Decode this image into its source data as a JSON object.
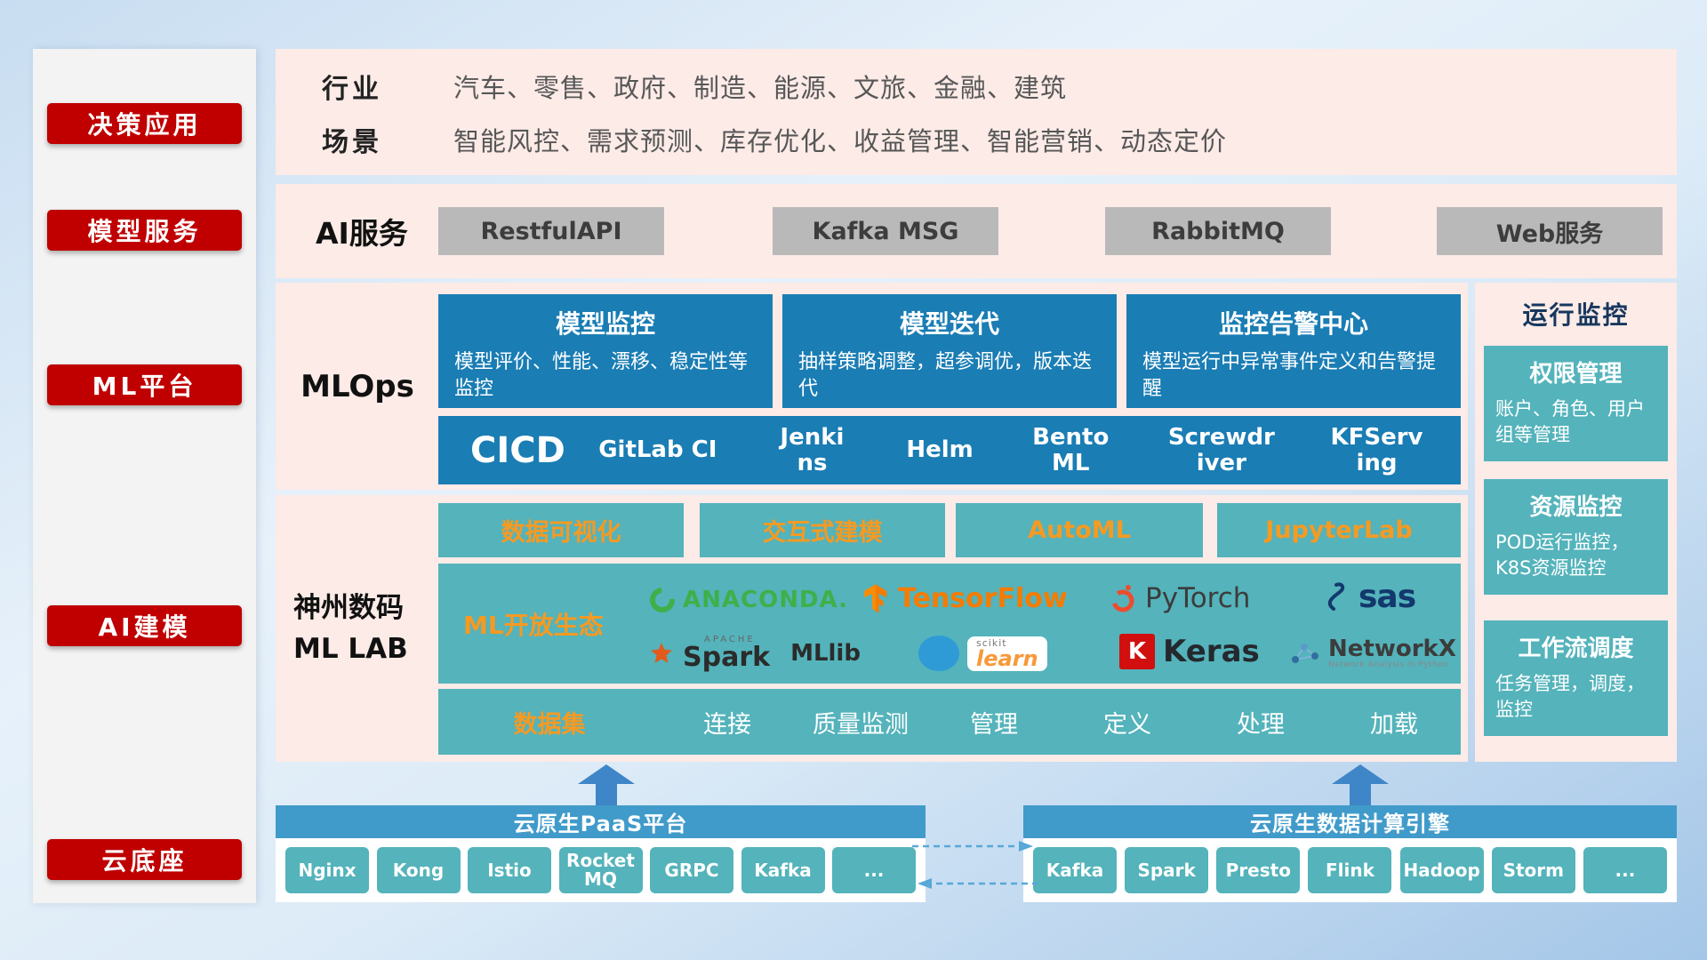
{
  "sidebar": {
    "items": [
      {
        "label": "决策应用"
      },
      {
        "label": "模型服务"
      },
      {
        "label": "ML平台"
      },
      {
        "label": "AI建模"
      },
      {
        "label": "云底座"
      }
    ]
  },
  "industry": {
    "rows": [
      {
        "label": "行业",
        "value": "汽车、零售、政府、制造、能源、文旅、金融、建筑"
      },
      {
        "label": "场景",
        "value": "智能风控、需求预测、库存优化、收益管理、智能营销、动态定价"
      }
    ]
  },
  "ai_service": {
    "label": "AI服务",
    "services": [
      "RestfulAPI",
      "Kafka MSG",
      "RabbitMQ",
      "Web服务"
    ]
  },
  "mlops": {
    "label": "MLOps",
    "cards": [
      {
        "title": "模型监控",
        "desc": "模型评价、性能、漂移、稳定性等监控"
      },
      {
        "title": "模型迭代",
        "desc": "抽样策略调整，超参调优，版本迭代"
      },
      {
        "title": "监控告警中心",
        "desc": "模型运行中异常事件定义和告警提醒"
      }
    ],
    "cicd_label": "CICD",
    "cicd_tools": [
      "GitLab CI",
      "Jenkins",
      "Helm",
      "BentoML",
      "Screwdriver",
      "KFServing"
    ]
  },
  "mllab": {
    "label_line1": "神州数码",
    "label_line2": "ML LAB",
    "tools": [
      "数据可视化",
      "交互式建模",
      "AutoML",
      "JupyterLab"
    ],
    "ecosystem_label": "ML开放生态",
    "logos": {
      "anaconda": "ANACONDA.",
      "tensorflow": "TensorFlow",
      "pytorch": "PyTorch",
      "sas": "sas",
      "spark_prefix": "APACHE",
      "spark": "Spark",
      "mllib": "MLlib",
      "scikit_top": "scikit",
      "scikit": "learn",
      "keras_badge": "K",
      "keras": "Keras",
      "networkx": "NetworkX",
      "networkx_sub": "Network Analysis in Python"
    },
    "dataset_label": "数据集",
    "dataset_items": [
      "连接",
      "质量监测",
      "管理",
      "定义",
      "处理",
      "加载"
    ]
  },
  "monitoring": {
    "title": "运行监控",
    "cards": [
      {
        "title": "权限管理",
        "desc": "账户、角色、用户组等管理"
      },
      {
        "title": "资源监控",
        "desc": "POD运行监控，K8S资源监控"
      },
      {
        "title": "工作流调度",
        "desc": "任务管理，调度，监控"
      }
    ]
  },
  "bottom": {
    "paas_title": "云原生PaaS平台",
    "paas_items": [
      "Nginx",
      "Kong",
      "Istio",
      "RocketMQ",
      "GRPC",
      "Kafka",
      "..."
    ],
    "engine_title": "云原生数据计算引擎",
    "engine_items": [
      "Kafka",
      "Spark",
      "Presto",
      "Flink",
      "Hadoop",
      "Storm",
      "..."
    ]
  },
  "colors": {
    "accent_red": "#c00000",
    "panel_pink": "#fcebe7",
    "card_blue": "#1a7db4",
    "teal": "#54b3bb",
    "orange_text": "#f59a23",
    "bottom_blue": "#419bca"
  }
}
